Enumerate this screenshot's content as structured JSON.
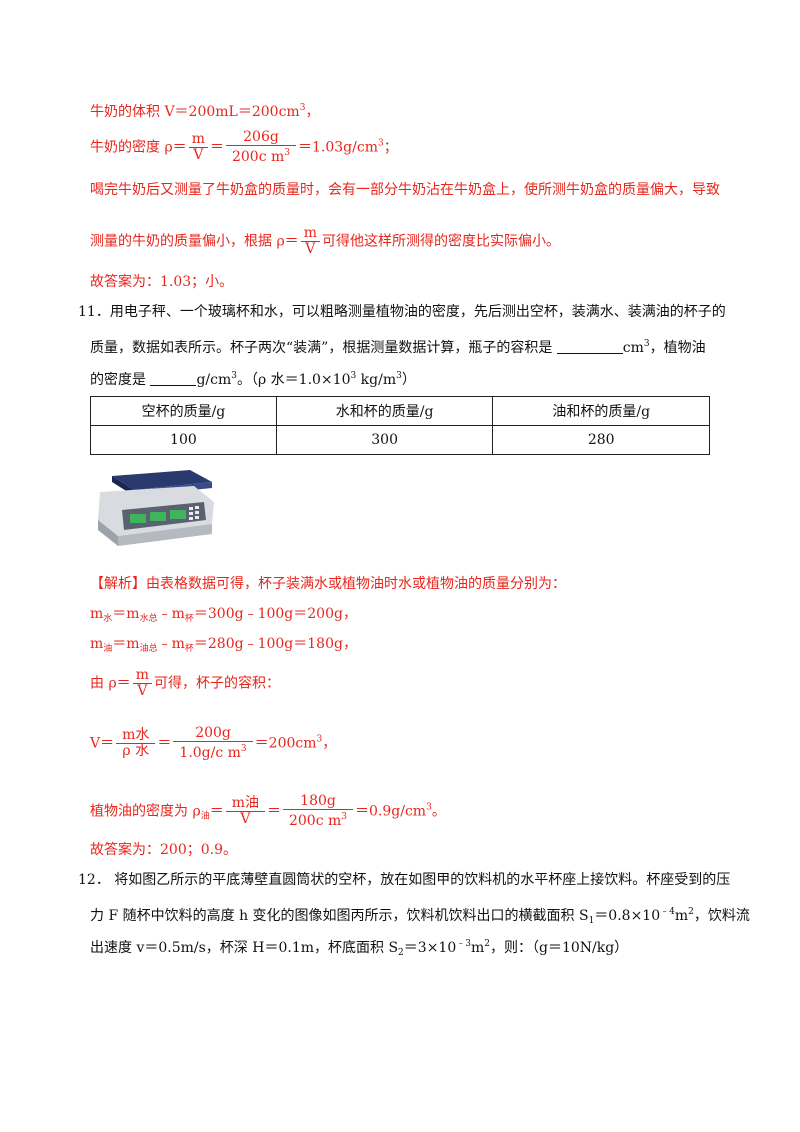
{
  "prev_solution": {
    "volume_label": "牛奶的体积 V＝200mL＝200cm",
    "volume_exp": "3",
    "volume_end": "，",
    "density_label": "牛奶的密度 ρ＝",
    "frac1_num": "m",
    "frac1_den": "V",
    "frac2_num": "206g",
    "frac2_den": "200c m",
    "frac2_den_exp": "3",
    "density_result": "＝1.03g/cm",
    "density_result_exp": "3",
    "density_end": "；",
    "explain_1": "喝完牛奶后又测量了牛奶盒的质量时，会有一部分牛奶沾在牛奶盒上，使所测牛奶盒的质量偏大，导致",
    "explain_2a": "测量的牛奶的质量偏小，根据 ρ＝",
    "explain_frac_num": "m",
    "explain_frac_den": "V",
    "explain_2b": "可得他这样所测得的密度比实际偏小。",
    "answer": "故答案为：1.03；小。"
  },
  "q11": {
    "line1": "11．用电子秤、一个玻璃杯和水，可以粗略测量植物油的密度，先后测出空杯，装满水、装满油的杯子的",
    "line2a": "质量，数据如表所示。杯子两次“装满”，根据测量数据计算，瓶子的容积是 ",
    "line2b": "cm",
    "line2_exp": "3",
    "line2c": "，植物油",
    "line3a": "的密度是 ",
    "line3b": "g/cm",
    "line3_exp": "3",
    "line3c": "。（ρ 水＝1.0×10",
    "line3_exp2": "3",
    "line3d": " kg/m",
    "line3_exp3": "3",
    "line3e": "）",
    "table": {
      "headers": [
        "空杯的质量/g",
        "水和杯的质量/g",
        "油和杯的质量/g"
      ],
      "values": [
        "100",
        "300",
        "280"
      ]
    }
  },
  "q11_solution": {
    "intro_tag": "【解析】",
    "intro": "由表格数据可得，杯子装满水或植物油时水或植物油的质量分别为：",
    "m_water_a": "m",
    "m_water_sub": "水",
    "m_water_b": "＝m",
    "m_water_sub2": "水总",
    "m_water_c": "﹣m",
    "m_water_sub3": "杯",
    "m_water_d": "＝300g﹣100g＝200g，",
    "m_oil_a": "m",
    "m_oil_sub": "油",
    "m_oil_b": "＝m",
    "m_oil_sub2": "油总",
    "m_oil_c": "﹣m",
    "m_oil_sub3": "杯",
    "m_oil_d": "＝280g﹣100g＝180g，",
    "from_a": "由 ρ＝",
    "from_frac_num": "m",
    "from_frac_den": "V",
    "from_b": "可得，杯子的容积：",
    "v_a": "V＝",
    "v_frac1_num": "m水",
    "v_frac1_den": "ρ 水",
    "v_eq": "＝",
    "v_frac2_num": "200g",
    "v_frac2_den": "1.0g/c m",
    "v_frac2_den_exp": "3",
    "v_result": "＝200cm",
    "v_result_exp": "3",
    "v_end": "，",
    "oil_a": "植物油的密度为 ρ",
    "oil_sub": "油",
    "oil_b": "＝",
    "oil_frac1_num": "m油",
    "oil_frac1_den": "V",
    "oil_eq": "＝",
    "oil_frac2_num": "180g",
    "oil_frac2_den": "200c m",
    "oil_frac2_den_exp": "3",
    "oil_result": "＝0.9g/cm",
    "oil_result_exp": "3",
    "oil_end": "。",
    "answer": "故答案为：200；0.9。"
  },
  "q12": {
    "line1": "12． 将如图乙所示的平底薄壁直圆筒状的空杯，放在如图甲的饮料机的水平杯座上接饮料。杯座受到的压",
    "line2a": "力 F 随杯中饮料的高度 h 变化的图像如图丙所示，饮料机饮料出口的横截面积 S",
    "line2_sub": "1",
    "line2b": "＝0.8×10",
    "line2_exp": "﹣4",
    "line2c": "m",
    "line2_exp2": "2",
    "line2d": "，饮料流",
    "line3a": "出速度 v＝0.5m/s，杯深 H＝0.1m，杯底面积 S",
    "line3_sub": "2",
    "line3b": "＝3×10",
    "line3_exp": "﹣3",
    "line3c": "m",
    "line3_exp2": "2",
    "line3d": "，则：（g＝10N/kg）"
  }
}
